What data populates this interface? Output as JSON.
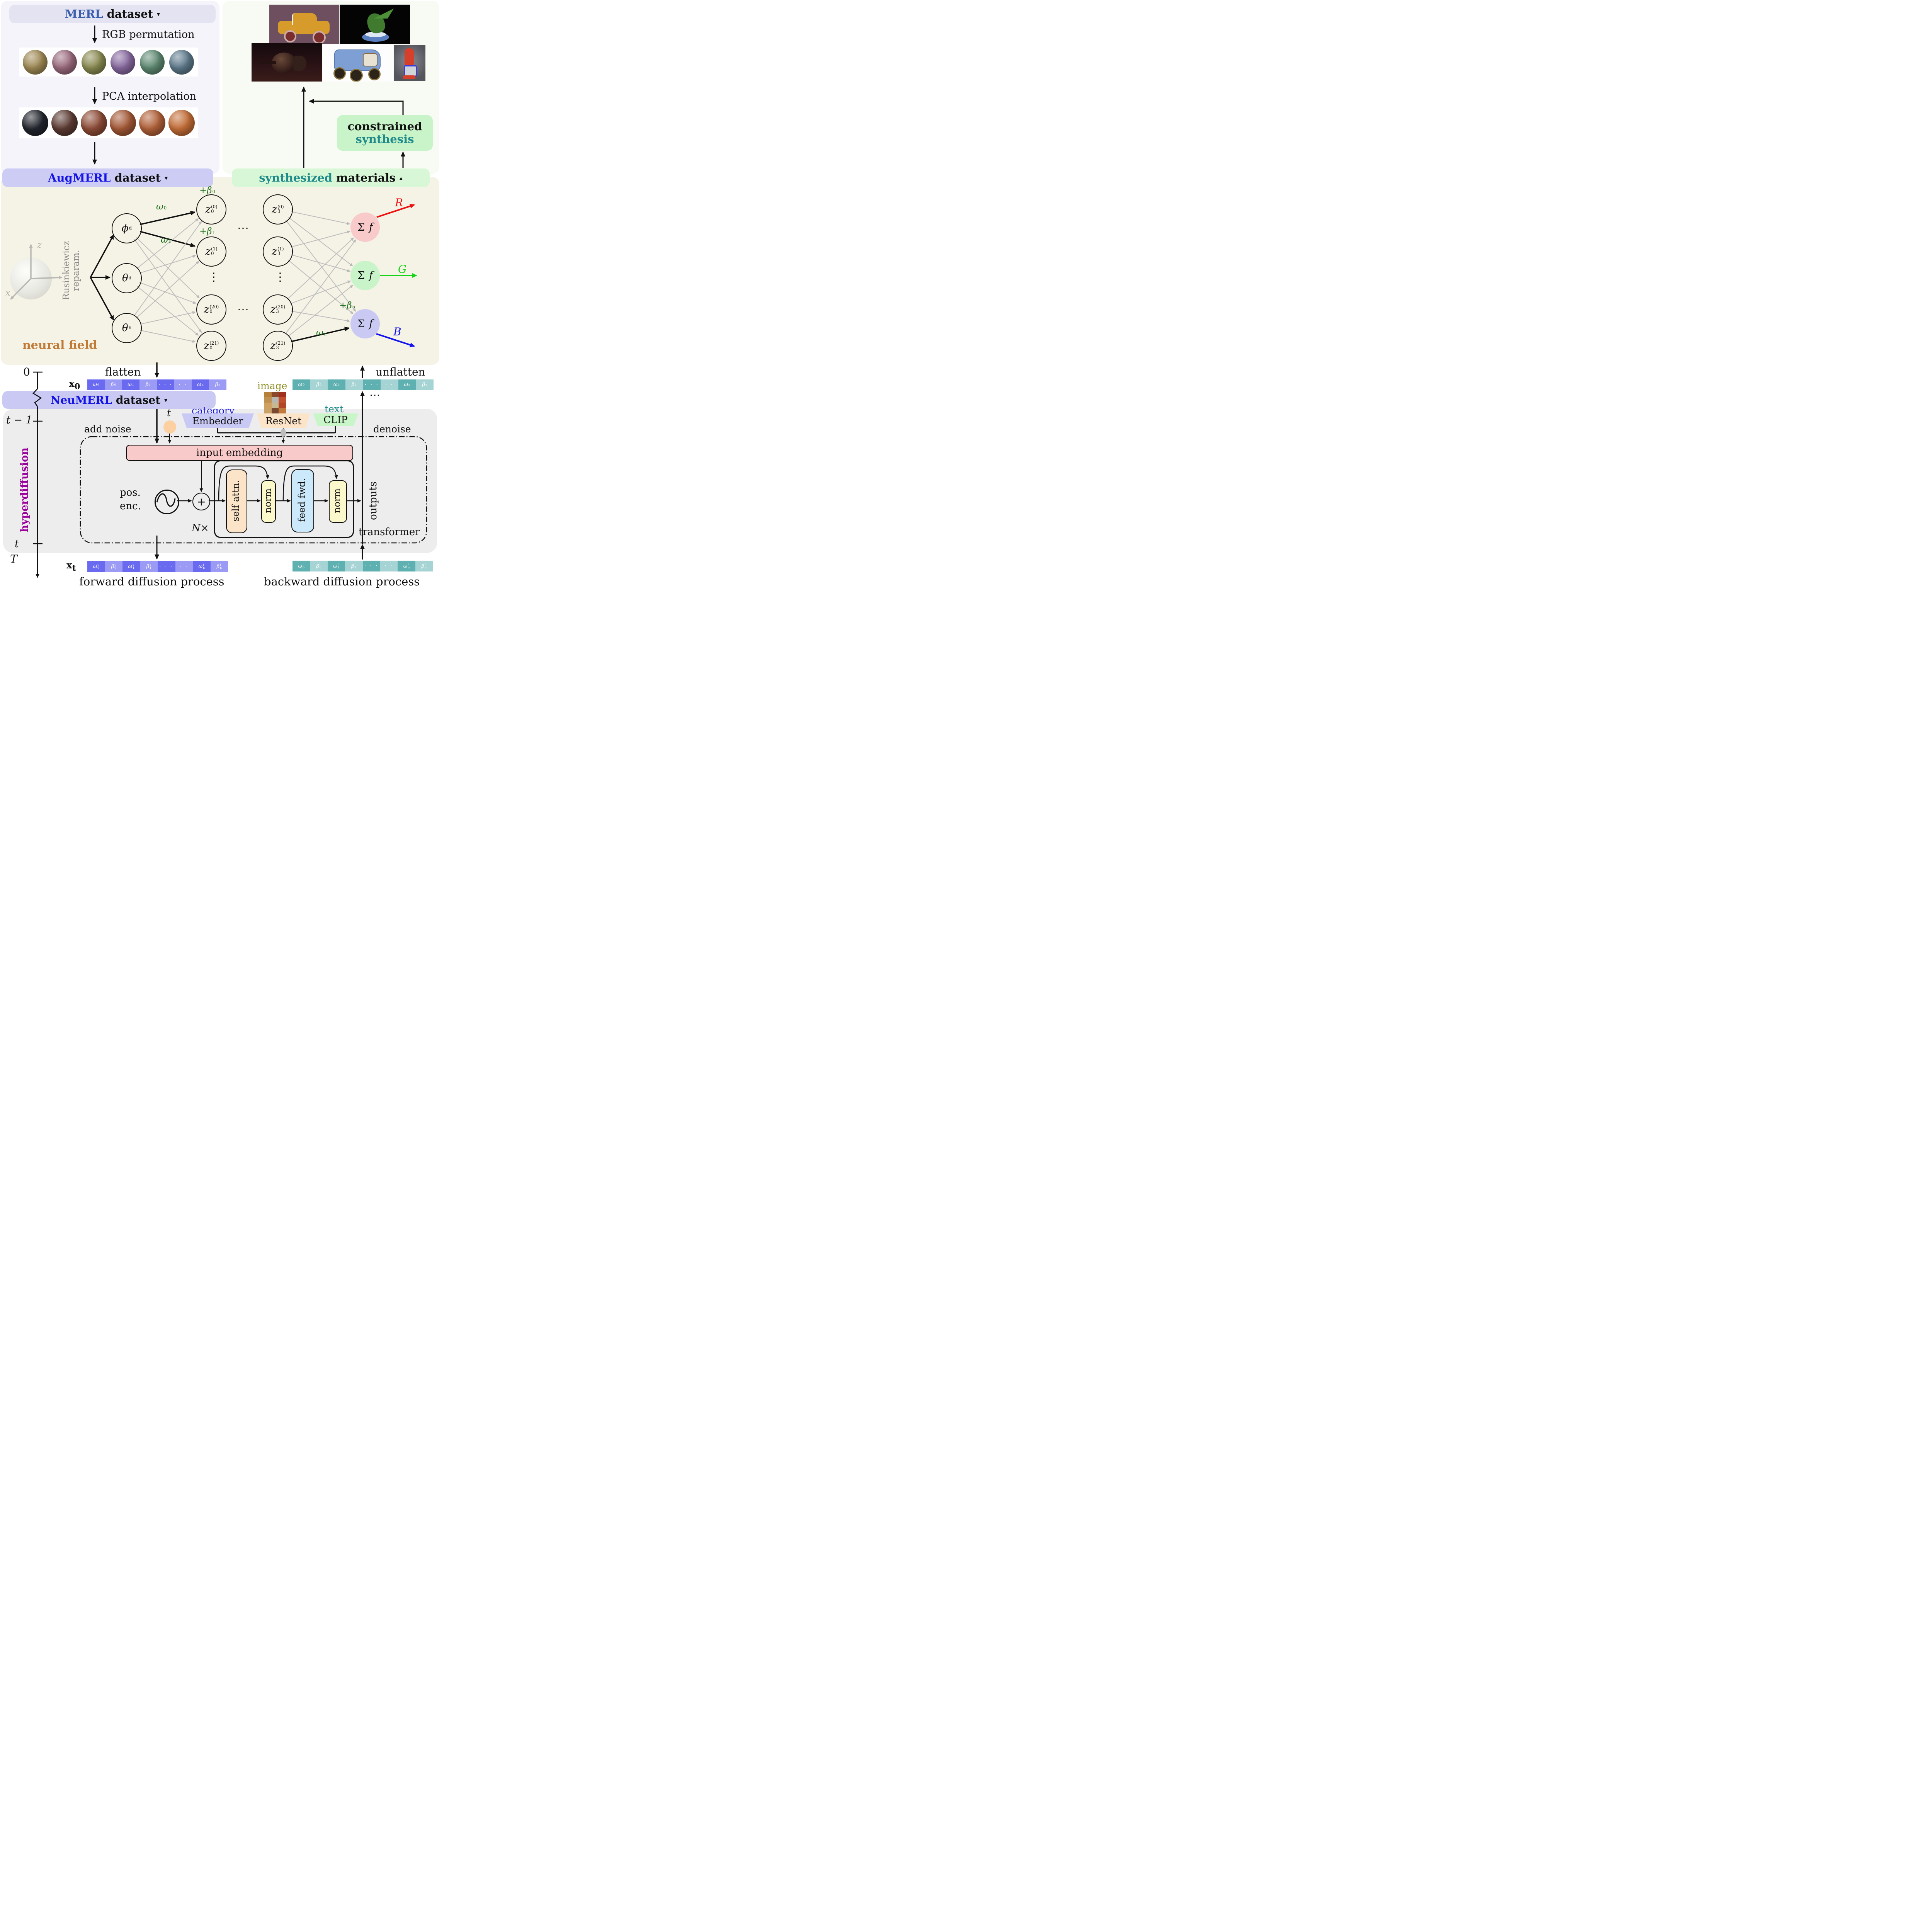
{
  "banners": {
    "merl": {
      "title": "MERL",
      "suffix": "dataset",
      "arrow": "▾",
      "title_color": "#3a5dae"
    },
    "aug": {
      "title": "AugMERL",
      "suffix": "dataset",
      "arrow": "▾",
      "title_color": "#1414e6"
    },
    "neu": {
      "title": "NeuMERL",
      "suffix": "dataset",
      "arrow": "▾",
      "title_color": "#1414e6"
    },
    "synth": {
      "title": "synthesized",
      "suffix": "materials",
      "arrow": "▴",
      "title_color": "#1f8a8a"
    }
  },
  "top_left": {
    "rgb_label": "RGB permutation",
    "pca_label": "PCA interpolation",
    "sphere_rows": [
      {
        "colors": [
          "#9f8a55",
          "#9b6b7e",
          "#8a8b52",
          "#87699f",
          "#5f8a72",
          "#5e7a8c"
        ]
      },
      {
        "colors": [
          "#23262e",
          "#5c3b33",
          "#8c4b36",
          "#a35836",
          "#b06038",
          "#c26c36"
        ]
      }
    ]
  },
  "top_right": {
    "constrained_line1": "constrained",
    "constrained_line2": "synthesis",
    "renders": [
      "car",
      "dragon",
      "submarine",
      "rover",
      "extinguisher"
    ]
  },
  "neural_field": {
    "label": "neural field",
    "label_color": "#c07a35",
    "reparam_line1": "Rusinkiewicz",
    "reparam_line2": "reparam.",
    "axis_z": "z",
    "axis_x": "x",
    "inputs": [
      {
        "base": "ϕ",
        "sub": "d"
      },
      {
        "base": "θ",
        "sub": "d"
      },
      {
        "base": "θ",
        "sub": "h"
      }
    ],
    "hidden_layers": [
      {
        "base": "z",
        "sub": "0"
      },
      {
        "base": "z",
        "sub": "3"
      }
    ],
    "hidden_sups": [
      "(0)",
      "(1)",
      "(20)",
      "(21)"
    ],
    "vdots": "⋮",
    "hdots": "⋯",
    "weights": {
      "w0": {
        "base": "ω",
        "sub": "0"
      },
      "w1": {
        "base": "ω",
        "sub": "1"
      },
      "wn": {
        "base": "ω",
        "sub": "n"
      },
      "b0": {
        "base": "+β",
        "sub": "0"
      },
      "b1": {
        "base": "+β",
        "sub": "1"
      },
      "bn": {
        "base": "+β",
        "sub": "n"
      }
    },
    "weight_color": "#1a6e1a",
    "outputs": [
      {
        "sum": "Σ",
        "f": "f",
        "label": "R",
        "arrow_color": "#ee1111",
        "fill": "#f8caca"
      },
      {
        "sum": "Σ",
        "f": "f",
        "label": "G",
        "arrow_color": "#16d516",
        "fill": "#c9f4c9"
      },
      {
        "sum": "Σ",
        "f": "f",
        "label": "B",
        "arrow_color": "#1212ee",
        "fill": "#c9c9f3"
      }
    ]
  },
  "flatten_label": "flatten",
  "unflatten_label": "unflatten",
  "vectors": {
    "x0_label": {
      "base": "x",
      "sub": "0"
    },
    "xt_label": {
      "base": "x",
      "sub": "t"
    },
    "cells": [
      {
        "b": "ω",
        "s": "0"
      },
      {
        "b": "β",
        "s": "0"
      },
      {
        "b": "ω",
        "s": "1"
      },
      {
        "b": "β",
        "s": "1"
      },
      {
        "dots": "· · ·"
      },
      {
        "dots": "· ·"
      },
      {
        "b": "ω",
        "s": "n"
      },
      {
        "b": "β",
        "s": "n"
      }
    ],
    "sup_t": "t",
    "blue": {
      "dark": "#6a6af0",
      "light": "#9b9bf6"
    },
    "teal": {
      "dark": "#5fb0b0",
      "light": "#a6d4d4"
    },
    "hdots_right": "⋯"
  },
  "timeline": {
    "t0": "0",
    "tm1": "t − 1",
    "t": "t",
    "T": "T",
    "label": "hyperdiffusion",
    "label_color": "#990099"
  },
  "conditioning": {
    "category": "category",
    "category_color": "#1515e8",
    "image": "image",
    "image_color": "#8b8b20",
    "text": "text",
    "text_color": "#1f8a8a",
    "embedder": "Embedder",
    "resnet": "ResNet",
    "clip": "CLIP",
    "t_label": "t",
    "brick_colors": [
      "#b5803a",
      "#8a4a2a",
      "#a03020",
      "#c09050",
      "#b8b8b0",
      "#c05030",
      "#d0a060",
      "#c8b890",
      "#b04828",
      "#caa268",
      "#7a4a30",
      "#c27a3a"
    ]
  },
  "diffusion": {
    "add_noise": "add noise",
    "denoise": "denoise",
    "input_embedding": "input embedding",
    "pos_enc_1": "pos.",
    "pos_enc_2": "enc.",
    "plus": "+",
    "self_attn": "self attn.",
    "norm1": "norm",
    "feed_fwd": "feed fwd.",
    "norm2": "norm",
    "outputs": "outputs",
    "n_times": "N×",
    "transformer": "transformer",
    "forward": "forward diffusion process",
    "backward": "backward diffusion process"
  }
}
